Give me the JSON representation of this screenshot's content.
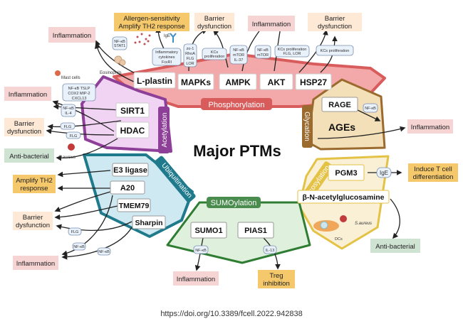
{
  "title": "Major PTMs",
  "doi": "https://doi.org/10.3389/fcell.2022.942838",
  "colors": {
    "inflammation_bg": "#f7d4d4",
    "barrier_bg": "#fde9d6",
    "amplify_bg": "#f5c96b",
    "antibacterial_bg": "#cfe3d2",
    "mediator_bg": "#e9f1fb",
    "mediator_border": "#7a8fb0",
    "phosphorylation": "#d95c5c",
    "acetylation": "#8e3f98",
    "glycation": "#9a6a2e",
    "glycosylation": "#e3c245",
    "sumoylation": "#2e7d32",
    "ubiquitination": "#1f7a8c"
  },
  "ptms": {
    "phosphorylation": {
      "label": "Phosphorylation",
      "enzymes": [
        "L-plastin",
        "MAPKs",
        "AMPK",
        "AKT",
        "HSP27"
      ]
    },
    "acetylation": {
      "label": "Acetylation",
      "enzymes": [
        "SIRT1",
        "HDAC"
      ]
    },
    "glycation": {
      "label": "Glycation",
      "enzymes": [
        "RAGE",
        "AGEs"
      ]
    },
    "glycosylation": {
      "label": "Glycosylation",
      "enzymes": [
        "PGM3",
        "β-N-acetylglucosamine"
      ]
    },
    "sumoylation": {
      "label": "SUMOylation",
      "enzymes": [
        "SUMO1",
        "PIAS1"
      ]
    },
    "ubiquitination": {
      "label": "Ubiquitination",
      "enzymes": [
        "E3 ligase",
        "A20",
        "TMEM79",
        "Sharpin"
      ]
    }
  },
  "outcomes": {
    "top_inflammation_left": "Inflammation",
    "allergen_line1": "Allergen-sensitivity",
    "allergen_line2": "Amplify TH2 response",
    "barrier_top_1_line1": "Barrier",
    "barrier_top_1_line2": "dysfunction",
    "top_inflammation_mid": "Inflammation",
    "barrier_top_2_line1": "Barrier",
    "barrier_top_2_line2": "dysfunction",
    "left_inflammation_1": "Inflammation",
    "left_barrier_line1": "Barrier",
    "left_barrier_line2": "dysfunction",
    "left_antibacterial": "Anti-bacterial",
    "left_amplify_line1": "Amplify TH2",
    "left_amplify_line2": "response",
    "left_barrier_2_line1": "Barrier",
    "left_barrier_2_line2": "dysfunction",
    "left_inflammation_2": "Inflammation",
    "right_inflammation": "Inflammation",
    "induce_line1": "Induce T cell",
    "induce_line2": "differentiation",
    "right_antibacterial": "Anti-bacterial",
    "bottom_inflammation": "Inflammation",
    "treg_line1": "Treg",
    "treg_line2": "inhibition"
  },
  "mediators": {
    "nfkb_stat1": [
      "NF-κB",
      "STAT1"
    ],
    "inflammatory_cytokines": [
      "Inflammatory",
      "cytokines",
      "FcεRI"
    ],
    "zo1": [
      "zo-1",
      "RhoA",
      "FLG",
      "LOR"
    ],
    "kcs_prolif_1": [
      "KCs",
      "proliferation"
    ],
    "nfkb_mtor_il37": [
      "NF-κB",
      "mTOR",
      "IL-37"
    ],
    "nfkb_mtor": [
      "NF-κB",
      "mTOR"
    ],
    "kcs_prolif_flg_lor": [
      "KCs proliferation",
      "FLG, LOR"
    ],
    "kcs_prolif_2": [
      "KCs proliferation"
    ],
    "nfkb_tslp": [
      "NF-κB TSLP",
      "COX2 MIP-2",
      "CXCL13"
    ],
    "nfkb_il4": [
      "NF-κB",
      "IL-4"
    ],
    "flg_1": "FLG",
    "flg_2": "FLG",
    "rage_nfkb": "NF-κB",
    "ige_glyco": "IgE",
    "flg_ubi": "FLG",
    "nfkb_ubi_1": "NF-κB",
    "nfkb_ubi_2": "NF-κB",
    "sumo_nfkb": "NF-κB",
    "pias_il13": "IL-13"
  },
  "annotations": {
    "ige": "IgE",
    "eosinophils": "Eosinophils",
    "mast_cells": "Mast cells",
    "saureus_left": "S.aureus",
    "saureus_right": "S.aureus",
    "dcs": "DCs"
  }
}
